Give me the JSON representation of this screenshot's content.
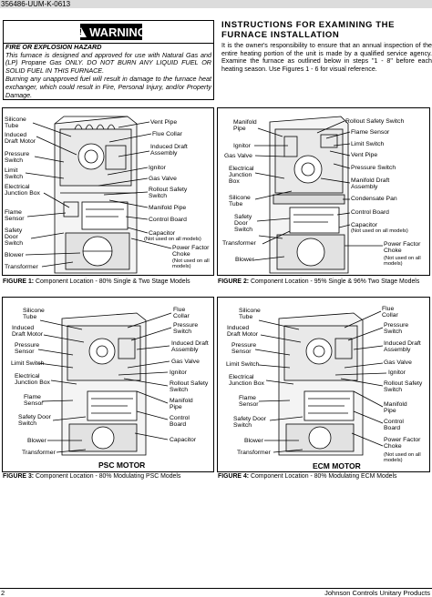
{
  "header": {
    "doc_id": "356486-UUM-K-0613"
  },
  "warning": {
    "badge": "WARNING",
    "title": "FIRE OR EXPLOSION HAZARD",
    "para1": "This furnace is designed and approved for use with Natural Gas and (LP) Propane Gas ONLY. DO NOT BURN ANY LIQUID FUEL OR SOLID FUEL IN THIS FURNACE.",
    "para2": "Burning any unapproved fuel will result in damage to the furnace heat exchanger, which could result in Fire, Personal Injury, and/or Property Damage."
  },
  "section": {
    "title_line1": "INSTRUCTIONS FOR EXAMINING THE",
    "title_line2": "FURNACE INSTALLATION",
    "body": "It is the owner's responsibility to ensure that an annual inspection of the entire heating portion of the unit is made by a qualified service agency. Examine the furnace as outlined below in steps \"1 - 8\" before each heating season. Use Figures 1 - 6 for visual reference."
  },
  "figures": [
    {
      "label": "FIGURE 1:",
      "caption": "Component Location - 80% Single & Two Stage Models",
      "left_labels": [
        "Silicone Tube",
        "Induced Draft Motor",
        "Pressure Switch",
        "Limit Switch",
        "Electrical Junction Box",
        "Flame Sensor",
        "Safety Door Switch",
        "Blower",
        "Transformer"
      ],
      "right_labels": [
        "Vent Pipe",
        "Flue Collar",
        "Induced Draft Assembly",
        "Ignitor",
        "Gas Valve",
        "Rollout Safety Switch",
        "Manifold Pipe",
        "Control Board",
        "Capacitor",
        "(Not used on all models)",
        "Power Factor Choke",
        "(Not used on all models)"
      ]
    },
    {
      "label": "FIGURE 2:",
      "caption": "Component Location - 95% Single & 96% Two Stage Models",
      "left_labels": [
        "Manifold Pipe",
        "Ignitor",
        "Gas Valve",
        "Electrical Junction Box",
        "Silicone Tube",
        "Safety Door Switch",
        "Transformer",
        "Blower"
      ],
      "right_labels": [
        "Rollout Safety Switch",
        "Flame Sensor",
        "Limit Switch",
        "Vent Pipe",
        "Pressure Switch",
        "Manifold Draft Assembly",
        "Condensate Pan",
        "Control Board",
        "Capacitor",
        "(Not used on all models)",
        "Power Factor Choke",
        "(Not used on all models)"
      ]
    },
    {
      "label": "FIGURE 3:",
      "caption": "Component Location - 80% Modulating PSC Models",
      "motor": "PSC MOTOR",
      "left_labels": [
        "Silicone Tube",
        "Induced Draft Motor",
        "Pressure Sensor",
        "Limit Switch",
        "Electrical Junction Box",
        "Flame Sensor",
        "Safety Door Switch",
        "Blower",
        "Transformer"
      ],
      "right_labels": [
        "Flue Collar",
        "Pressure Switch",
        "Induced Draft Assembly",
        "Gas Valve",
        "Ignitor",
        "Rollout Safety Switch",
        "Manifold Pipe",
        "Control Board",
        "Capacitor"
      ]
    },
    {
      "label": "FIGURE 4:",
      "caption": "Component Location - 80% Modulating ECM Models",
      "motor": "ECM MOTOR",
      "left_labels": [
        "Silicone Tube",
        "Induced Draft Motor",
        "Pressure Sensor",
        "Limit Switch",
        "Electrical Junction Box",
        "Flame Sensor",
        "Safety Door Switch",
        "Blower",
        "Transformer"
      ],
      "right_labels": [
        "Flue Collar",
        "Pressure Switch",
        "Induced Draft Assembly",
        "Gas Valve",
        "Ignitor",
        "Rollout Safety Switch",
        "Manifold Pipe",
        "Control Board",
        "Power Factor Choke",
        "(Not used on all models)"
      ]
    }
  ],
  "footer": {
    "page": "2",
    "company": "Johnson Controls Unitary Products"
  }
}
